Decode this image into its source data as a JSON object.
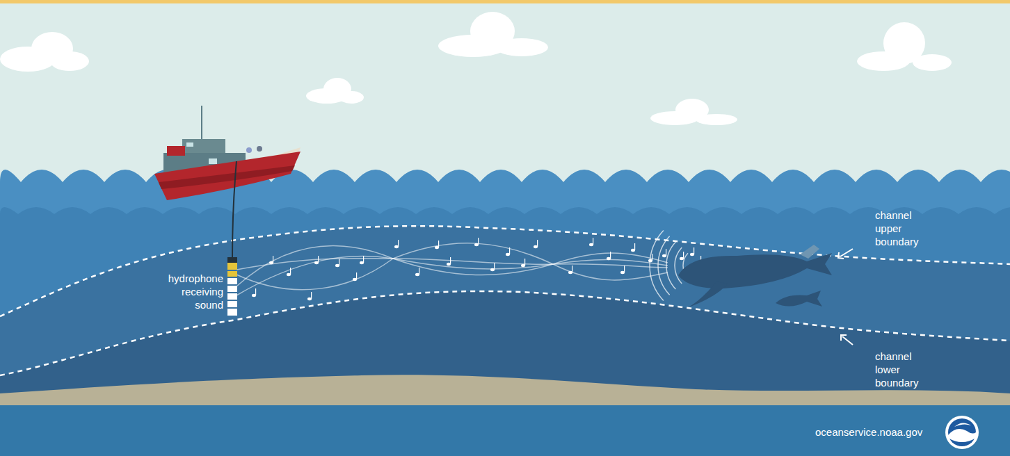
{
  "diagram": {
    "labels": [
      "hydrophone receiving sound",
      "channel upper boundary",
      "channel lower boundary",
      "oceanservice.noaa.gov"
    ]
  }
}
